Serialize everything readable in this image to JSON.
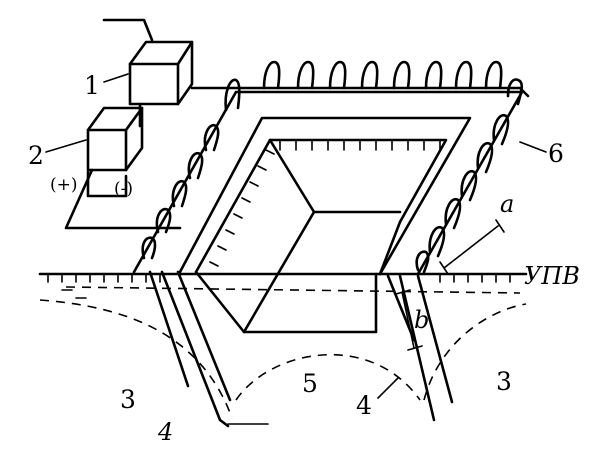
{
  "diagram": {
    "labels": {
      "source_unit": "1",
      "rectifier_unit": "2",
      "plus_terminal": "(+)",
      "minus_terminal": "(-)",
      "soil_left": "3",
      "soil_right": "3",
      "well_left": "4",
      "well_right": "4",
      "excavation": "5",
      "electrode_ring": "6",
      "dim_a": "a",
      "dim_b": "b",
      "water_level": "УПВ"
    }
  }
}
